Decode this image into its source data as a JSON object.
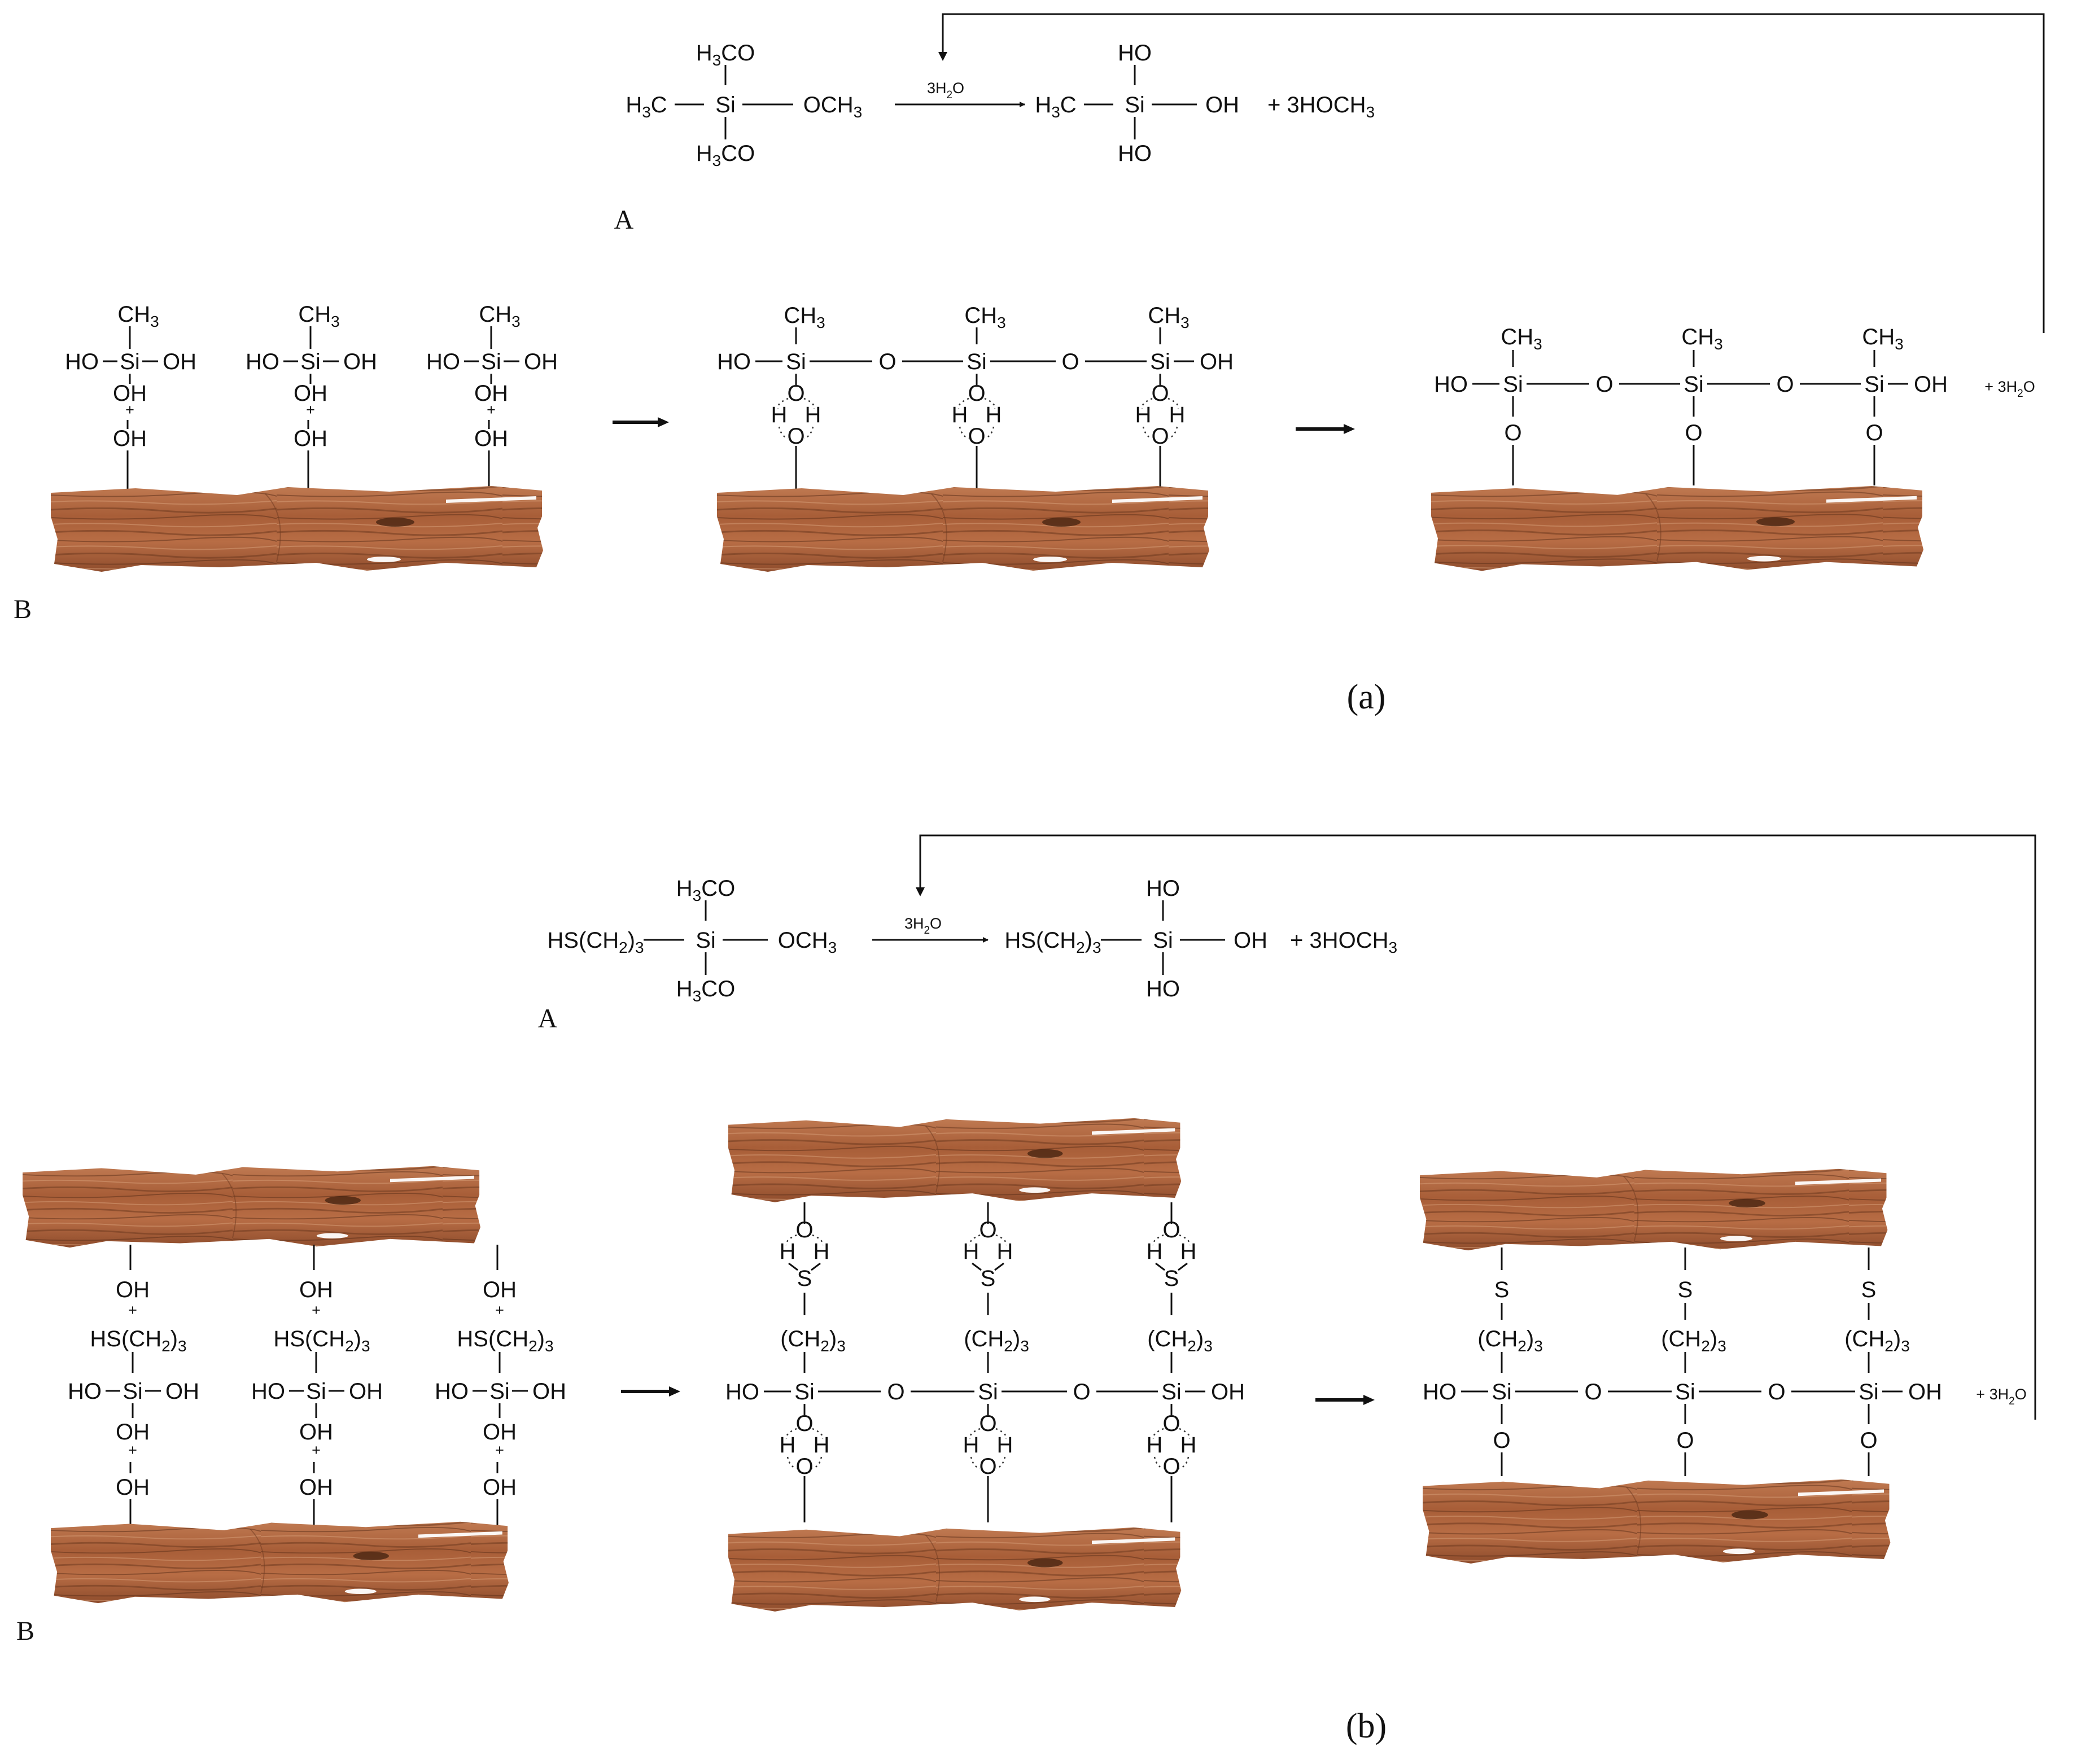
{
  "panel_a": {
    "caption": "(a)",
    "label_A": "A",
    "label_B": "B",
    "reactant": {
      "top": "H3CO",
      "left": "H3C",
      "center": "Si",
      "right": "OCH3",
      "bottom": "H3CO"
    },
    "reagent": "3H2O",
    "product": {
      "top": "HO",
      "left": "H3C",
      "center": "Si",
      "right": "OH",
      "bottom": "HO"
    },
    "byproduct": "+ 3HOCH3",
    "released_water": "+ 3H2O"
  },
  "panel_b": {
    "caption": "(b)",
    "label_A": "A",
    "label_B": "B",
    "reactant": {
      "top": "H3CO",
      "left": "HS(CH2)3",
      "center": "Si",
      "right": "OCH3",
      "bottom": "H3CO"
    },
    "reagent": "3H2O",
    "product": {
      "top": "HO",
      "left": "HS(CH2)3",
      "center": "Si",
      "right": "OH",
      "bottom": "HO"
    },
    "byproduct": "+ 3HOCH3",
    "released_water": "+ 3H2O"
  },
  "colors": {
    "wood": "#b5693f",
    "wood_dark": "#7a4024",
    "wood_light": "#d59a72",
    "ink": "#111111"
  }
}
